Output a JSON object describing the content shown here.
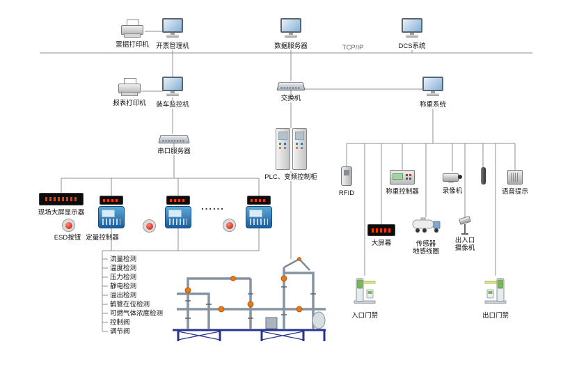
{
  "bus": {
    "tcp_ip": "TCP/IP"
  },
  "nodes": {
    "ticket_printer": {
      "label": "票据打印机"
    },
    "billing_manager": {
      "label": "开票管理机"
    },
    "data_server": {
      "label": "数据服务器"
    },
    "dcs_system": {
      "label": "DCS系统"
    },
    "report_printer": {
      "label": "报表打印机"
    },
    "loading_monitor": {
      "label": "装车监控机"
    },
    "switch": {
      "label": "交换机"
    },
    "weighing_system": {
      "label": "称重系统"
    },
    "serial_server": {
      "label": "串口服务器"
    },
    "plc_cabinet": {
      "label": "PLC、变频控制柜"
    },
    "field_display": {
      "label": "现场大屏显示器"
    },
    "esd_button": {
      "label": "ESD按钮"
    },
    "batch_controller": {
      "label": "定量控制器"
    },
    "ellipsis": {
      "label": "......"
    },
    "rfid": {
      "label": "RFID"
    },
    "weighing_controller": {
      "label": "称重控制器"
    },
    "video_recorder": {
      "label": "录像机"
    },
    "voice_prompt": {
      "label": "语音提示"
    },
    "big_screen": {
      "label": "大屏幕"
    },
    "sensor": {
      "line1": "传感器",
      "line2": "地感线圈"
    },
    "gate_camera": {
      "line1": "出入口",
      "line2": "摄像机"
    },
    "entrance_gate": {
      "label": "入口门禁"
    },
    "exit_gate": {
      "label": "出口门禁"
    }
  },
  "detections": [
    "流量检测",
    "温度检测",
    "压力检测",
    "静电检测",
    "溢出检测",
    "鹤管在位检测",
    "可燃气体浓度检测",
    "控制阀",
    "调节阀"
  ]
}
